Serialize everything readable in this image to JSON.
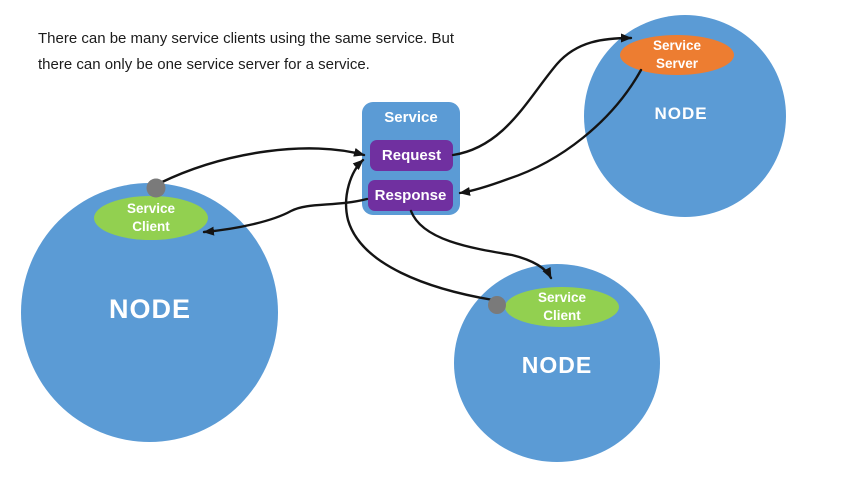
{
  "caption": {
    "line1": "There can be many service clients using the same service. But",
    "line2": "there can only be one service server for a service."
  },
  "service_panel": {
    "title": "Service",
    "request_label": "Request",
    "response_label": "Response"
  },
  "nodes": {
    "left": {
      "label": "NODE",
      "client": {
        "line1": "Service",
        "line2": "Client"
      }
    },
    "bottom": {
      "label": "NODE",
      "client": {
        "line1": "Service",
        "line2": "Client"
      }
    },
    "top_right": {
      "label": "NODE",
      "server": {
        "line1": "Service",
        "line2": "Server"
      }
    }
  },
  "colors": {
    "node_blue": "#5B9BD5",
    "client_green": "#92D050",
    "server_orange": "#ED7D31",
    "message_purple": "#7030A0",
    "connector_gray": "#7A7A7A",
    "arrow_black": "#141414",
    "background": "#FFFFFF"
  }
}
